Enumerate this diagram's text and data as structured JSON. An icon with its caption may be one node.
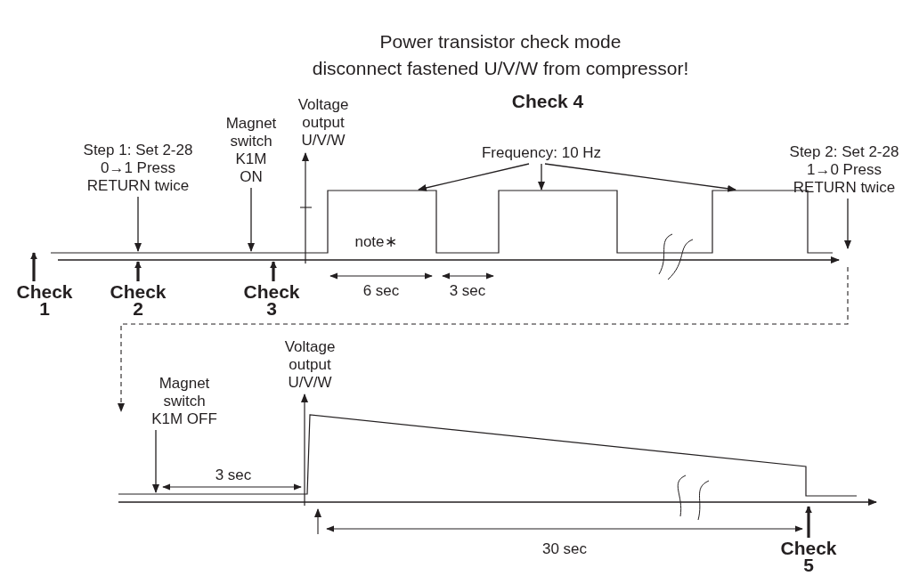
{
  "diagram": {
    "title": "Power transistor check mode",
    "nodes": [
      {
        "text": [
          "Step 1: Set 2-28 0→1 Press RETURN twice"
        ]
      },
      {
        "text": [
          "Magnet switch K1M ON"
        ]
      },
      {
        "text": [
          "Check 1"
        ]
      },
      {
        "text": [
          "Check 2"
        ]
      },
      {
        "text": [
          "Check 3"
        ]
      },
      {
        "text": [
          "Frequency: 10 Hz"
        ]
      },
      {
        "text": [
          "Step 2: Set 2-28 1→0 Press RETURN twice"
        ]
      },
      {
        "text": [
          "Magnet switch K1M OFF"
        ]
      },
      {
        "text": [
          "Check 5"
        ]
      },
      {
        "text": [],
        "shape": "waveform"
      },
      {
        "text": [],
        "shape": "waveform"
      }
    ],
    "edges": [
      {
        "from": 0,
        "to": 9,
        "arrow": "to"
      },
      {
        "from": 1,
        "to": 9,
        "arrow": "to"
      },
      {
        "from": 2,
        "to": 9,
        "arrow": "to",
        "style": "thick"
      },
      {
        "from": 3,
        "to": null,
        "arrow": "to",
        "style": "thick"
      },
      {
        "from": 4,
        "to": null,
        "arrow": "to",
        "style": "thick"
      },
      {
        "from": 5,
        "to": 9,
        "arrow": "to"
      },
      {
        "from": 5,
        "to": 9,
        "arrow": "to"
      },
      {
        "from": 5,
        "to": 9,
        "arrow": "to"
      },
      {
        "from": 6,
        "to": 9,
        "arrow": "to"
      },
      {
        "from": 7,
        "to": 10,
        "arrow": "to"
      },
      {
        "from": 8,
        "to": 10,
        "arrow": "to",
        "style": "thick"
      }
    ],
    "labels": [
      "disconnect fastened U/V/W from compressor!",
      "Voltage output U/V/W",
      "Check 4",
      "note∗",
      "6 sec",
      "3 sec",
      "Voltage output U/V/W",
      "3 sec",
      "30 sec"
    ]
  }
}
